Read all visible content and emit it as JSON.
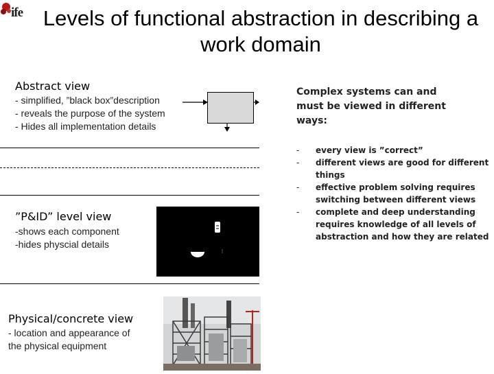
{
  "logo": {
    "text": "ife"
  },
  "title": "Levels of functional abstraction in describing a work domain",
  "abstract": {
    "heading": "Abstract view",
    "lines": [
      "- simplified, ”black box”description",
      "- reveals the purpose of the system",
      "- Hides all implementation details"
    ]
  },
  "pid": {
    "heading": "”P&ID” level view",
    "lines": [
      "-shows each component",
      "-hides physcial details"
    ]
  },
  "physical": {
    "heading": "Physical/concrete view",
    "lines": [
      "- location and appearance of",
      "the physical equipment"
    ]
  },
  "right": {
    "heading_lines": [
      "Complex systems can and",
      "must be viewed in different",
      "ways:"
    ],
    "bullets": [
      {
        "mark": "-",
        "lines": [
          "every view is ”correct”"
        ]
      },
      {
        "mark": "-",
        "lines": [
          "different views are good for different",
          "things"
        ]
      },
      {
        "mark": "-",
        "lines": [
          "effective problem solving requires",
          "switching between different views"
        ]
      },
      {
        "mark": "-",
        "lines": [
          "complete and deep understanding",
          "requires knowledge of all levels of",
          "abstraction and how they are related"
        ]
      }
    ]
  },
  "colors": {
    "box_fill": "#d9d9d9",
    "pid_background": "#000000"
  },
  "icons": [
    "ife-logo-icon",
    "black-box-icon",
    "arrow-right-icon",
    "arrow-down-icon",
    "pid-diagram-image",
    "plant-photo-image"
  ]
}
